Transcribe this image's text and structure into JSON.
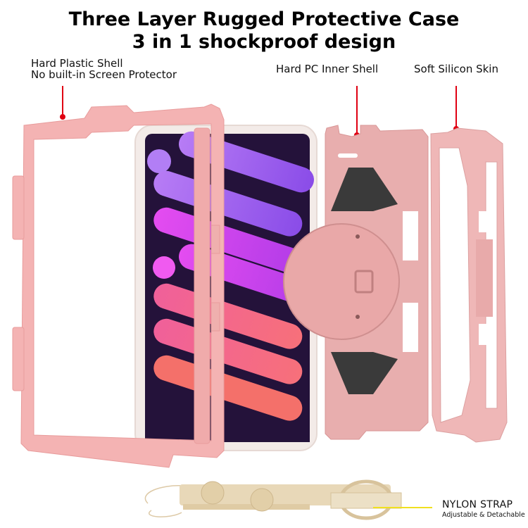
{
  "header": {
    "title_line1": "Three Layer Rugged Protective Case",
    "title_line2": "3 in 1 shockproof design"
  },
  "callouts": [
    {
      "id": "hard-plastic-shell",
      "line1": "Hard Plastic Shell",
      "line2": "No built-in Screen Protector"
    },
    {
      "id": "hard-pc-inner-shell",
      "line1": "Hard PC Inner Shell"
    },
    {
      "id": "soft-silicon-skin",
      "line1": "Soft Silicon Skin"
    }
  ],
  "strap": {
    "title": "NYLON STRAP",
    "subtitle": "Adjustable & Detachable"
  },
  "colors": {
    "case_pink": "#f4b3b3",
    "inner_shell_pink": "#e8aeae",
    "screen_dark": "#24123a",
    "leader_red": "#e00012",
    "strap_beige": "#e4d2ae",
    "strap_leader_yellow": "#f0e020"
  }
}
